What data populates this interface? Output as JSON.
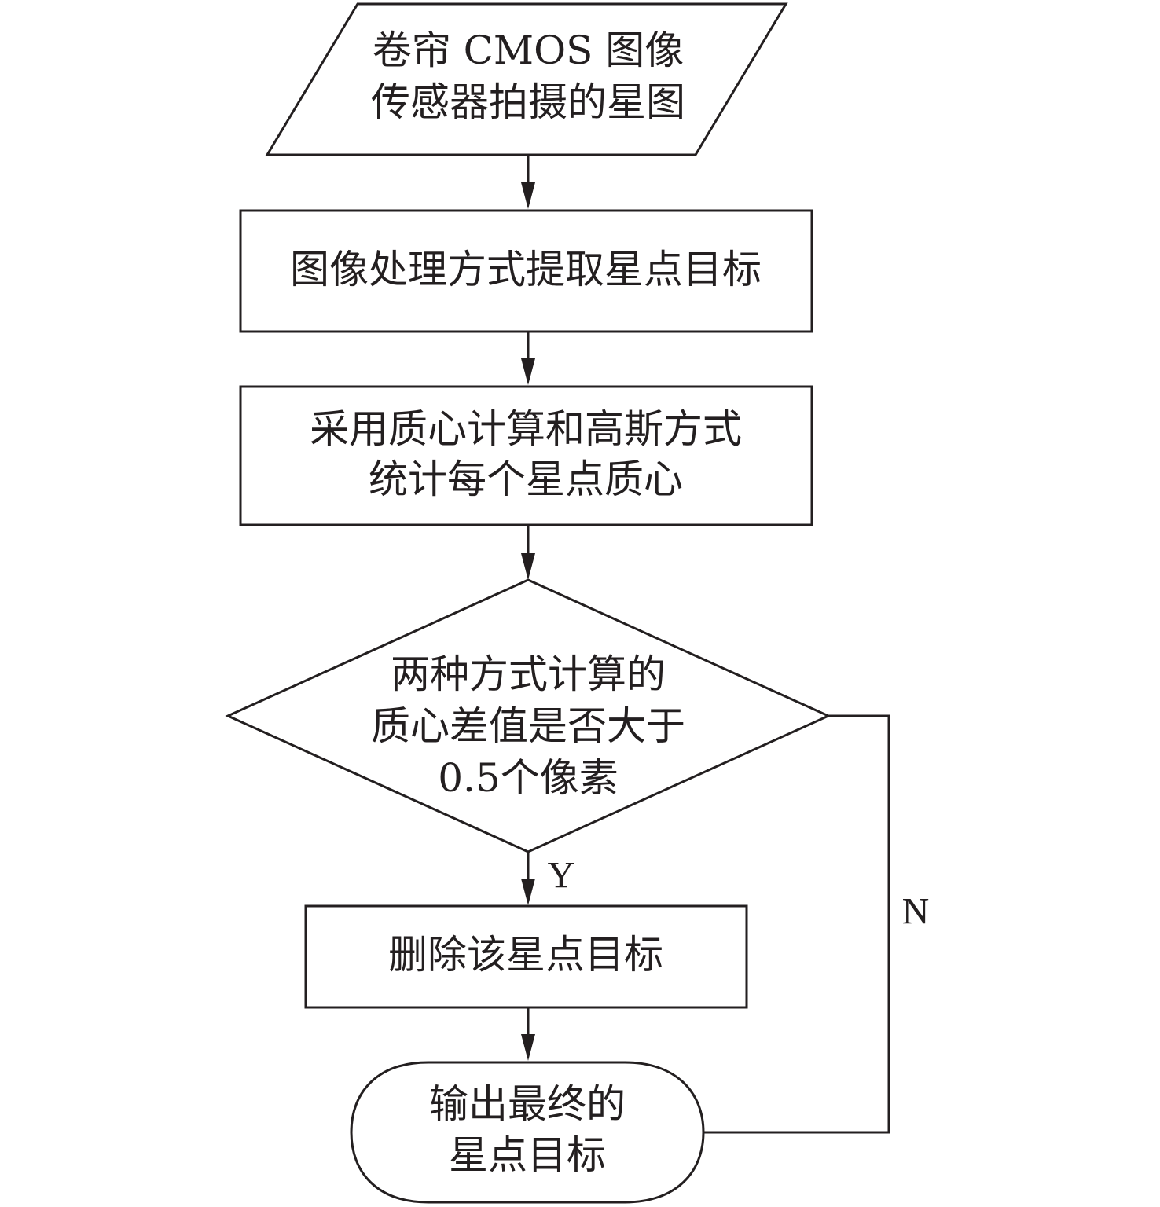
{
  "diagram": {
    "type": "flowchart",
    "line_color": "#231f20",
    "nodes": [
      {
        "id": "input",
        "shape": "parallelogram",
        "lines": [
          "卷帘 CMOS 图像",
          "传感器拍摄的星图"
        ]
      },
      {
        "id": "extract",
        "shape": "rectangle",
        "lines": [
          "图像处理方式提取星点目标"
        ]
      },
      {
        "id": "centroid",
        "shape": "rectangle",
        "lines": [
          "采用质心计算和高斯方式",
          "统计每个星点质心"
        ]
      },
      {
        "id": "decision",
        "shape": "diamond",
        "lines": [
          "两种方式计算的",
          "质心差值是否大于",
          "0.5个像素"
        ]
      },
      {
        "id": "delete",
        "shape": "rectangle",
        "lines": [
          "删除该星点目标"
        ]
      },
      {
        "id": "output",
        "shape": "terminator",
        "lines": [
          "输出最终的",
          "星点目标"
        ]
      }
    ],
    "edges": [
      {
        "from": "input",
        "to": "extract",
        "label": ""
      },
      {
        "from": "extract",
        "to": "centroid",
        "label": ""
      },
      {
        "from": "centroid",
        "to": "decision",
        "label": ""
      },
      {
        "from": "decision",
        "to": "delete",
        "label": "Y"
      },
      {
        "from": "delete",
        "to": "output",
        "label": ""
      },
      {
        "from": "decision",
        "to": "output",
        "label": "N"
      }
    ]
  }
}
